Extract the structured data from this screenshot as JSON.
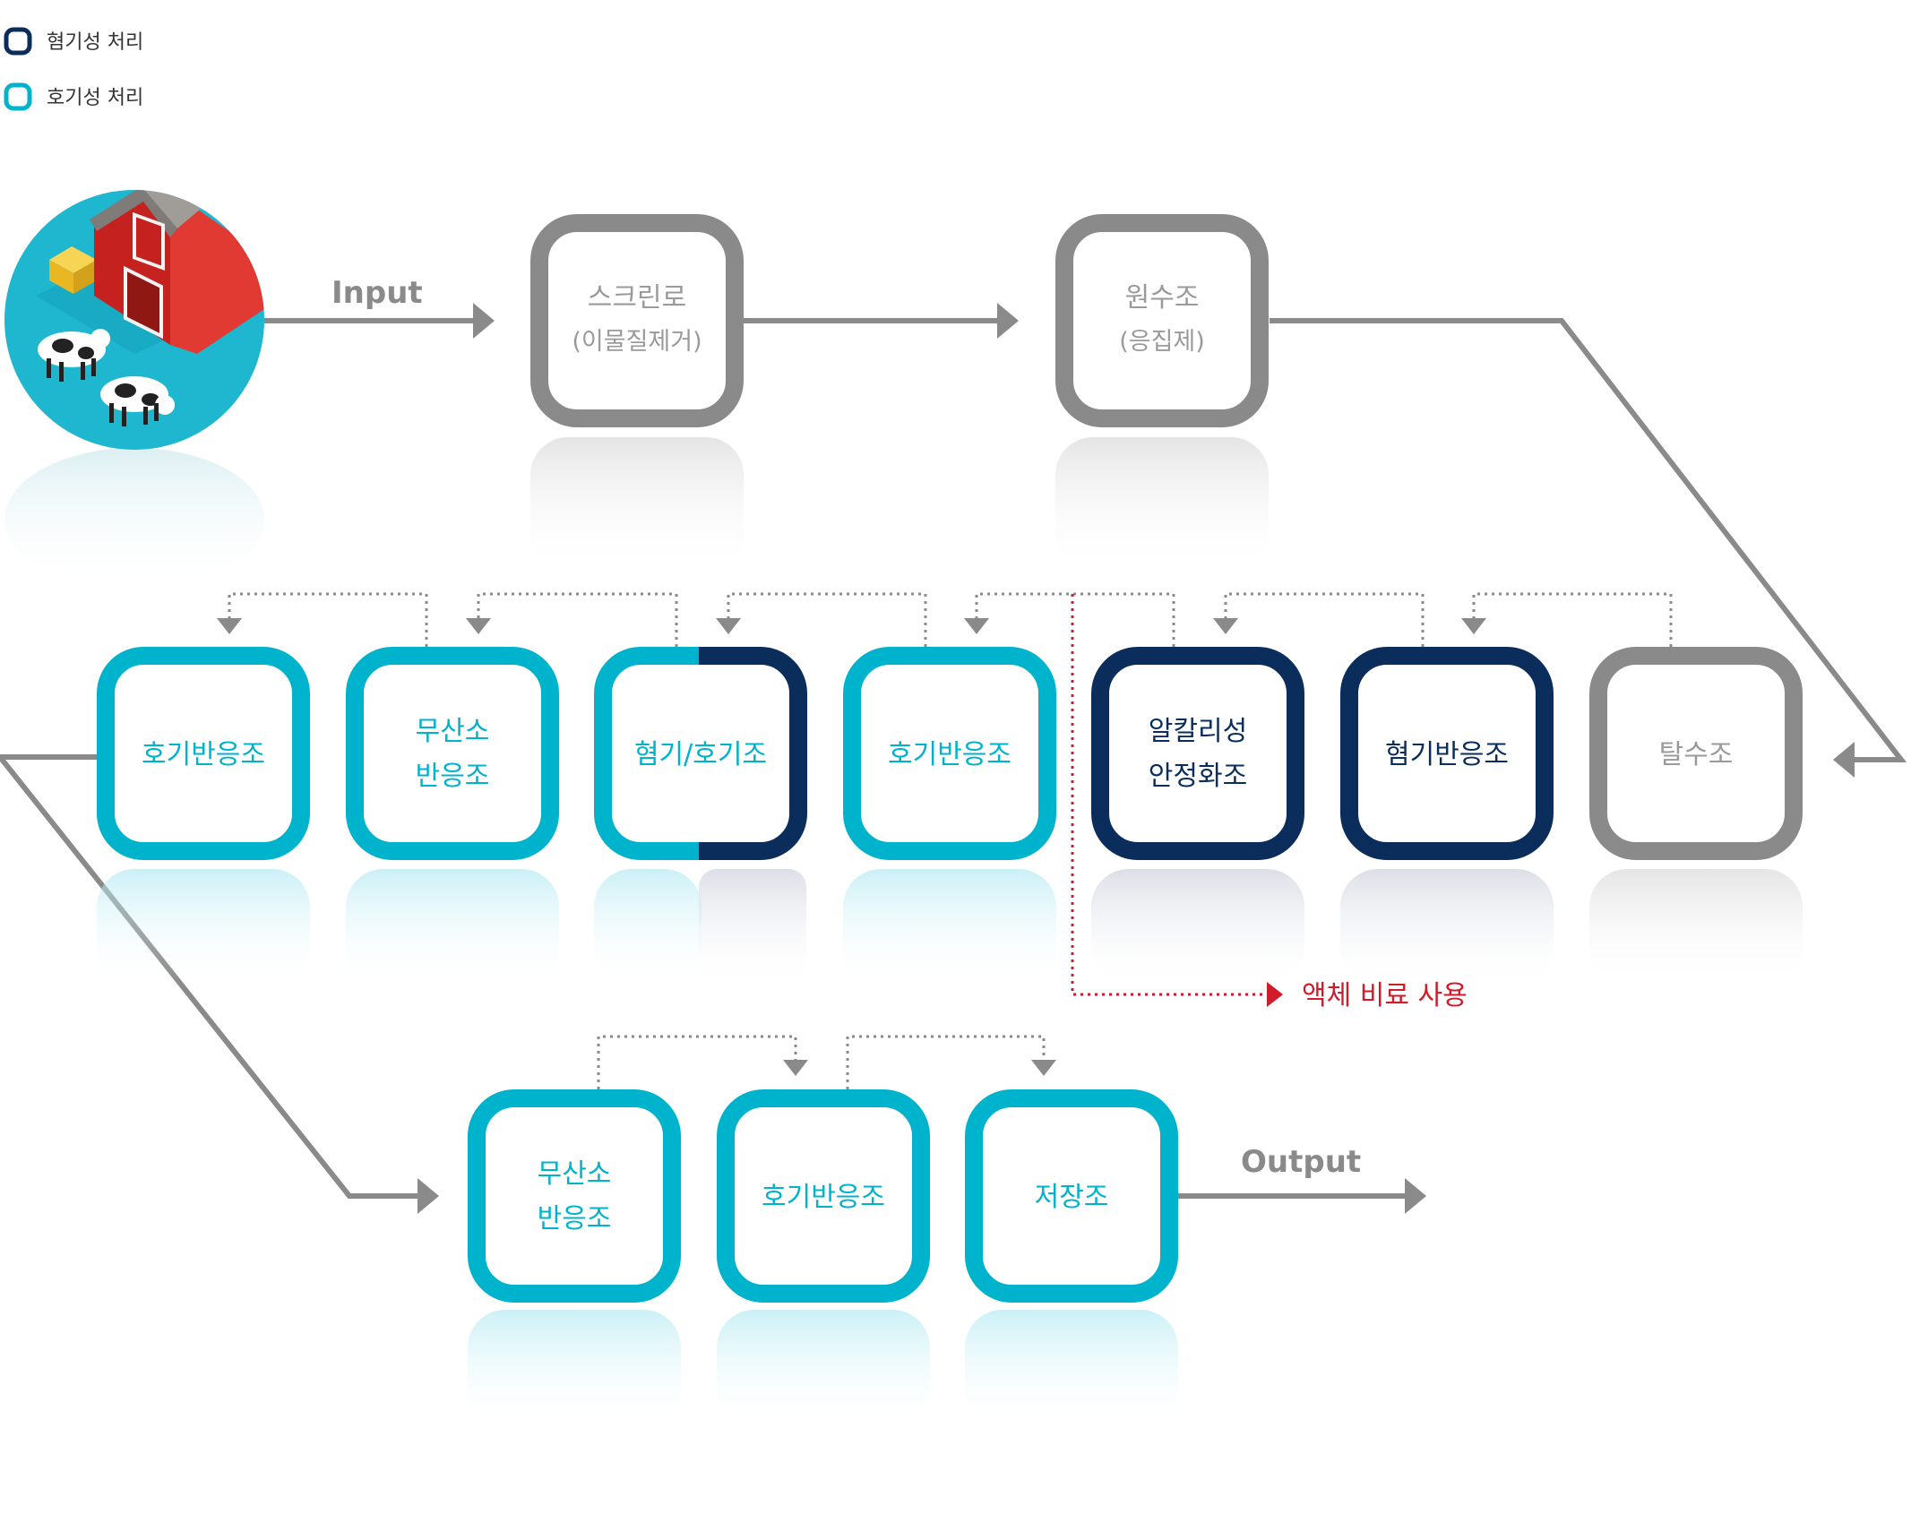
{
  "colors": {
    "anaerobic": "#0b2d5b",
    "aerobic": "#00b3cc",
    "gray": "#8a8a8a",
    "red": "#d11a2a"
  },
  "legend": {
    "anaerobic": "혐기성 처리",
    "aerobic": "호기성 처리"
  },
  "labels": {
    "input": "Input",
    "output": "Output",
    "liquid_fertilizer": "액체 비료 사용"
  },
  "boxes": {
    "screen": {
      "line1": "스크린로",
      "line2": "(이물질제거)"
    },
    "raw": {
      "line1": "원수조",
      "line2": "(응집제)"
    },
    "dewater": {
      "line1": "탈수조"
    },
    "anaerobic_reactor": {
      "line1": "혐기반응조"
    },
    "alkaline": {
      "line1": "알칼리성",
      "line2": "안정화조"
    },
    "aerobic2": {
      "line1": "호기반응조"
    },
    "hybrid": {
      "line1": "혐기/호기조"
    },
    "anoxic1": {
      "line1": "무산소",
      "line2": "반응조"
    },
    "aerobic1": {
      "line1": "호기반응조"
    },
    "anoxic2": {
      "line1": "무산소",
      "line2": "반응조"
    },
    "aerobic3": {
      "line1": "호기반응조"
    },
    "storage": {
      "line1": "저장조"
    }
  },
  "icons": {
    "farm": "barn-with-cows-icon"
  }
}
